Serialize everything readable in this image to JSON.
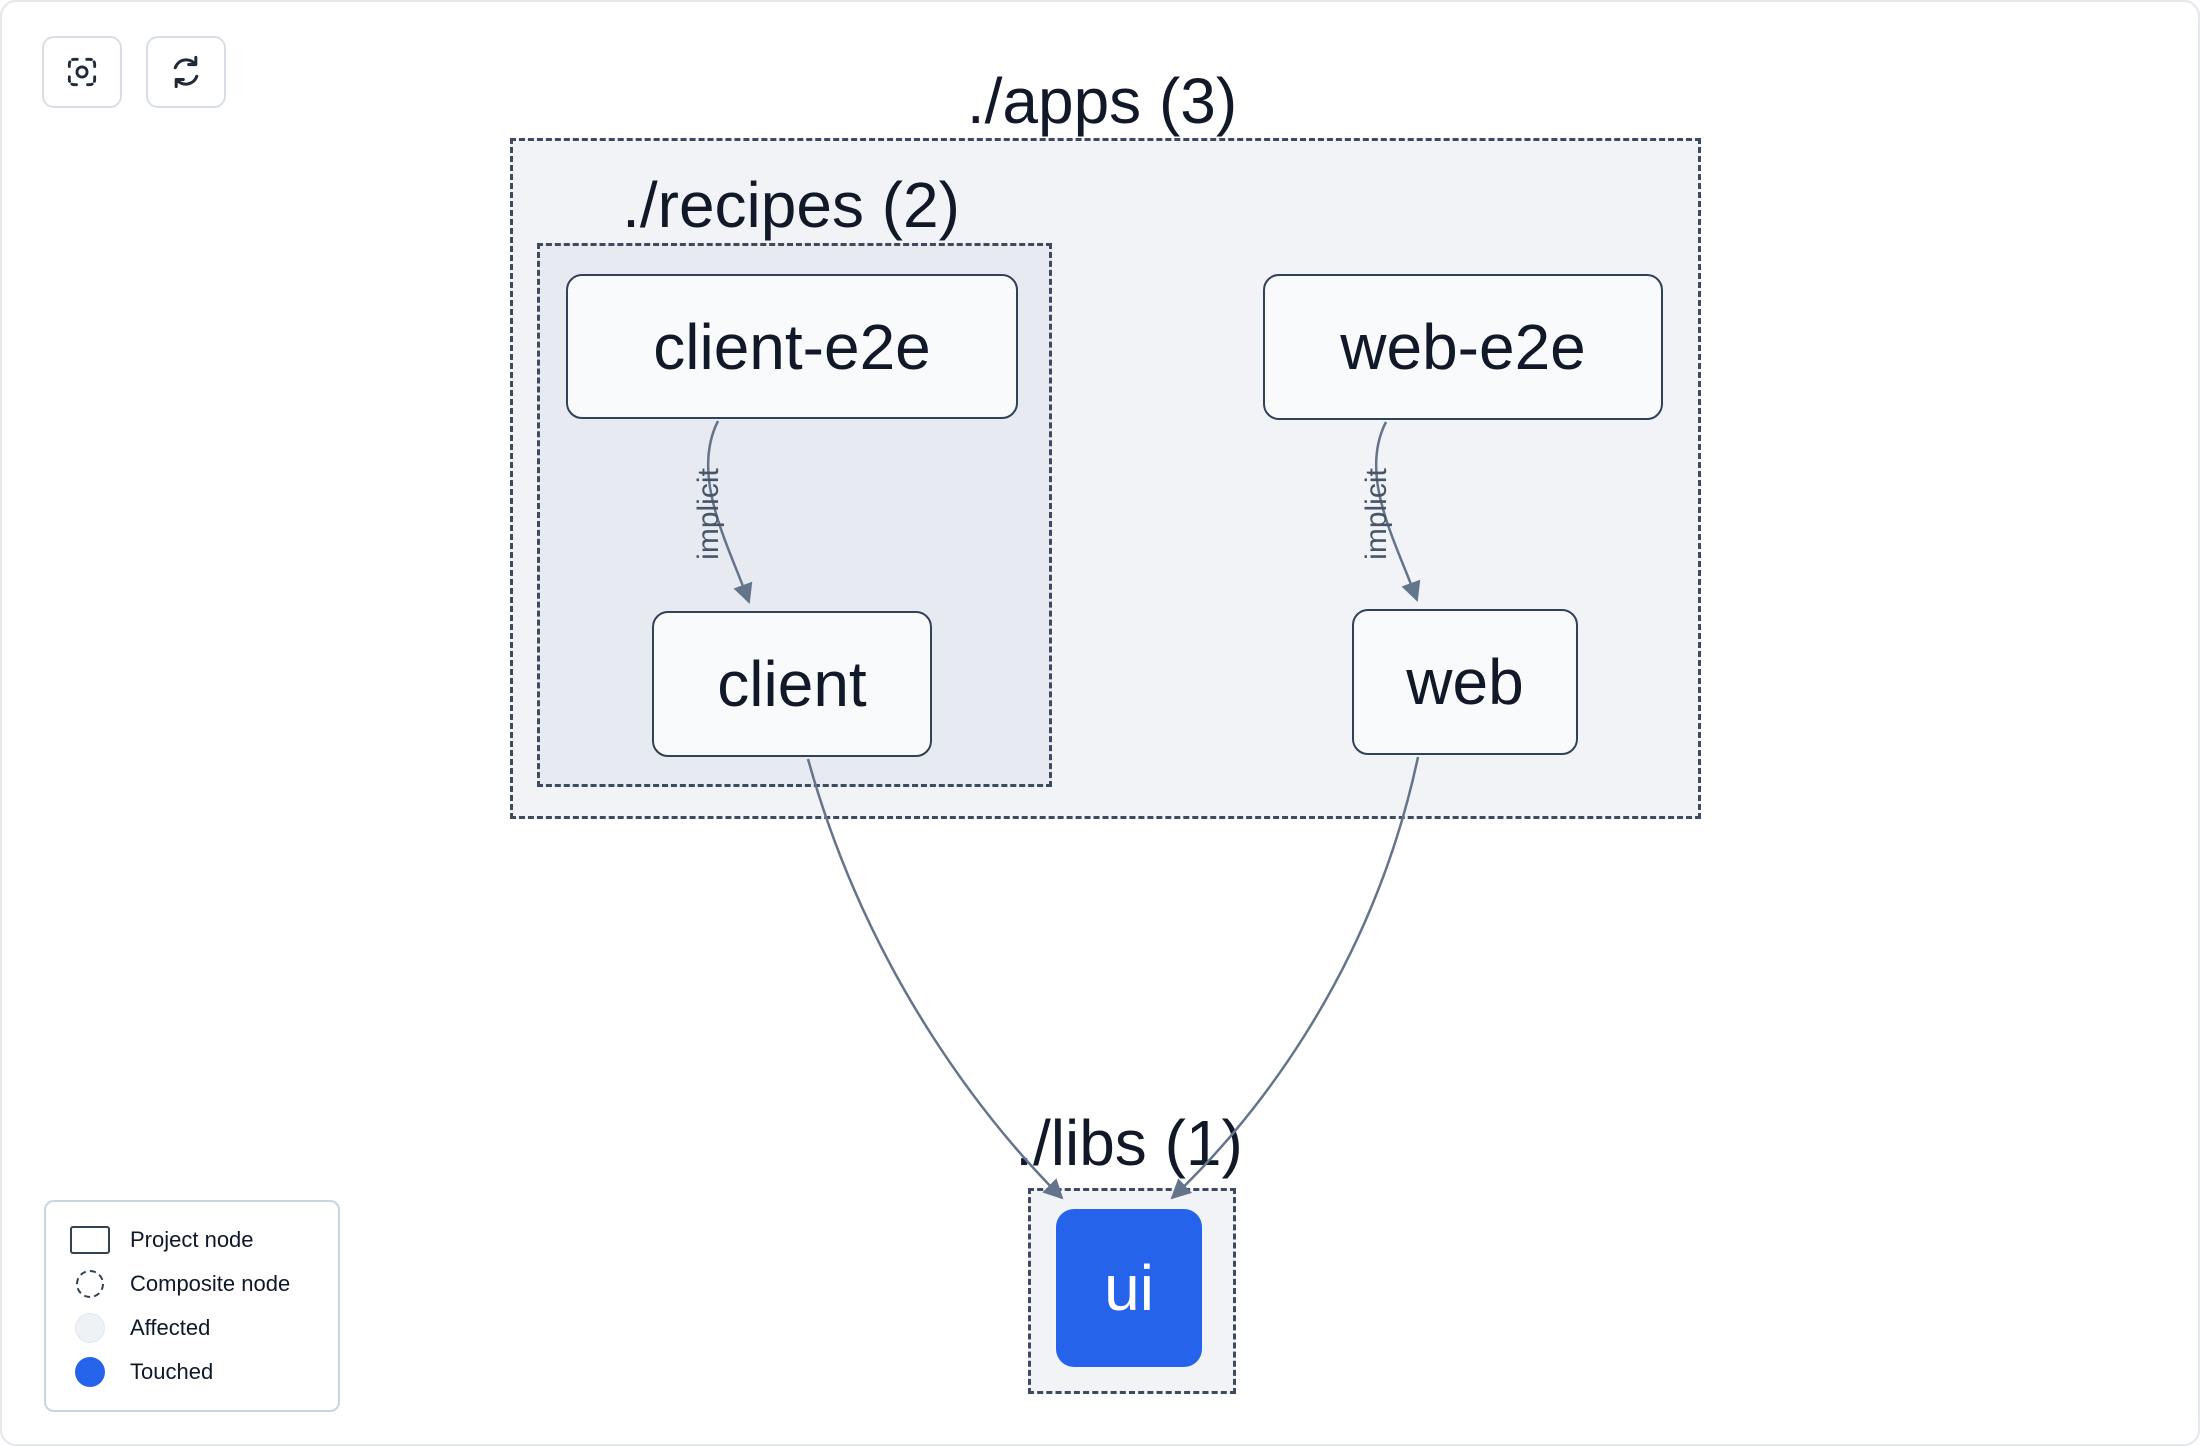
{
  "toolbar": {
    "buttons": [
      {
        "name": "center-view",
        "icon": "focus-target-icon"
      },
      {
        "name": "refresh-graph",
        "icon": "refresh-icon"
      }
    ]
  },
  "groups": {
    "apps": {
      "label": "./apps (3)"
    },
    "recipes": {
      "label": "./recipes (2)"
    },
    "libs": {
      "label": "./libs (1)"
    }
  },
  "nodes": {
    "client_e2e": {
      "label": "client-e2e",
      "state": "normal"
    },
    "web_e2e": {
      "label": "web-e2e",
      "state": "normal"
    },
    "client": {
      "label": "client",
      "state": "normal"
    },
    "web": {
      "label": "web",
      "state": "normal"
    },
    "ui": {
      "label": "ui",
      "state": "touched"
    }
  },
  "edges": [
    {
      "from": "client-e2e",
      "to": "client",
      "label": "implicit"
    },
    {
      "from": "web-e2e",
      "to": "web",
      "label": "implicit"
    },
    {
      "from": "client",
      "to": "ui",
      "label": ""
    },
    {
      "from": "web",
      "to": "ui",
      "label": ""
    }
  ],
  "legend": {
    "items": [
      {
        "icon": "project-node-icon",
        "label": "Project node"
      },
      {
        "icon": "composite-node-icon",
        "label": "Composite node"
      },
      {
        "icon": "affected-icon",
        "label": "Affected"
      },
      {
        "icon": "touched-icon",
        "label": "Touched"
      }
    ]
  },
  "colors": {
    "touched": "#2563eb",
    "edge": "#64748b",
    "composite_border": "#3d4a60",
    "node_border": "#31415a",
    "node_fill": "#f8fafc",
    "composite_fill": "#e9eef5"
  }
}
